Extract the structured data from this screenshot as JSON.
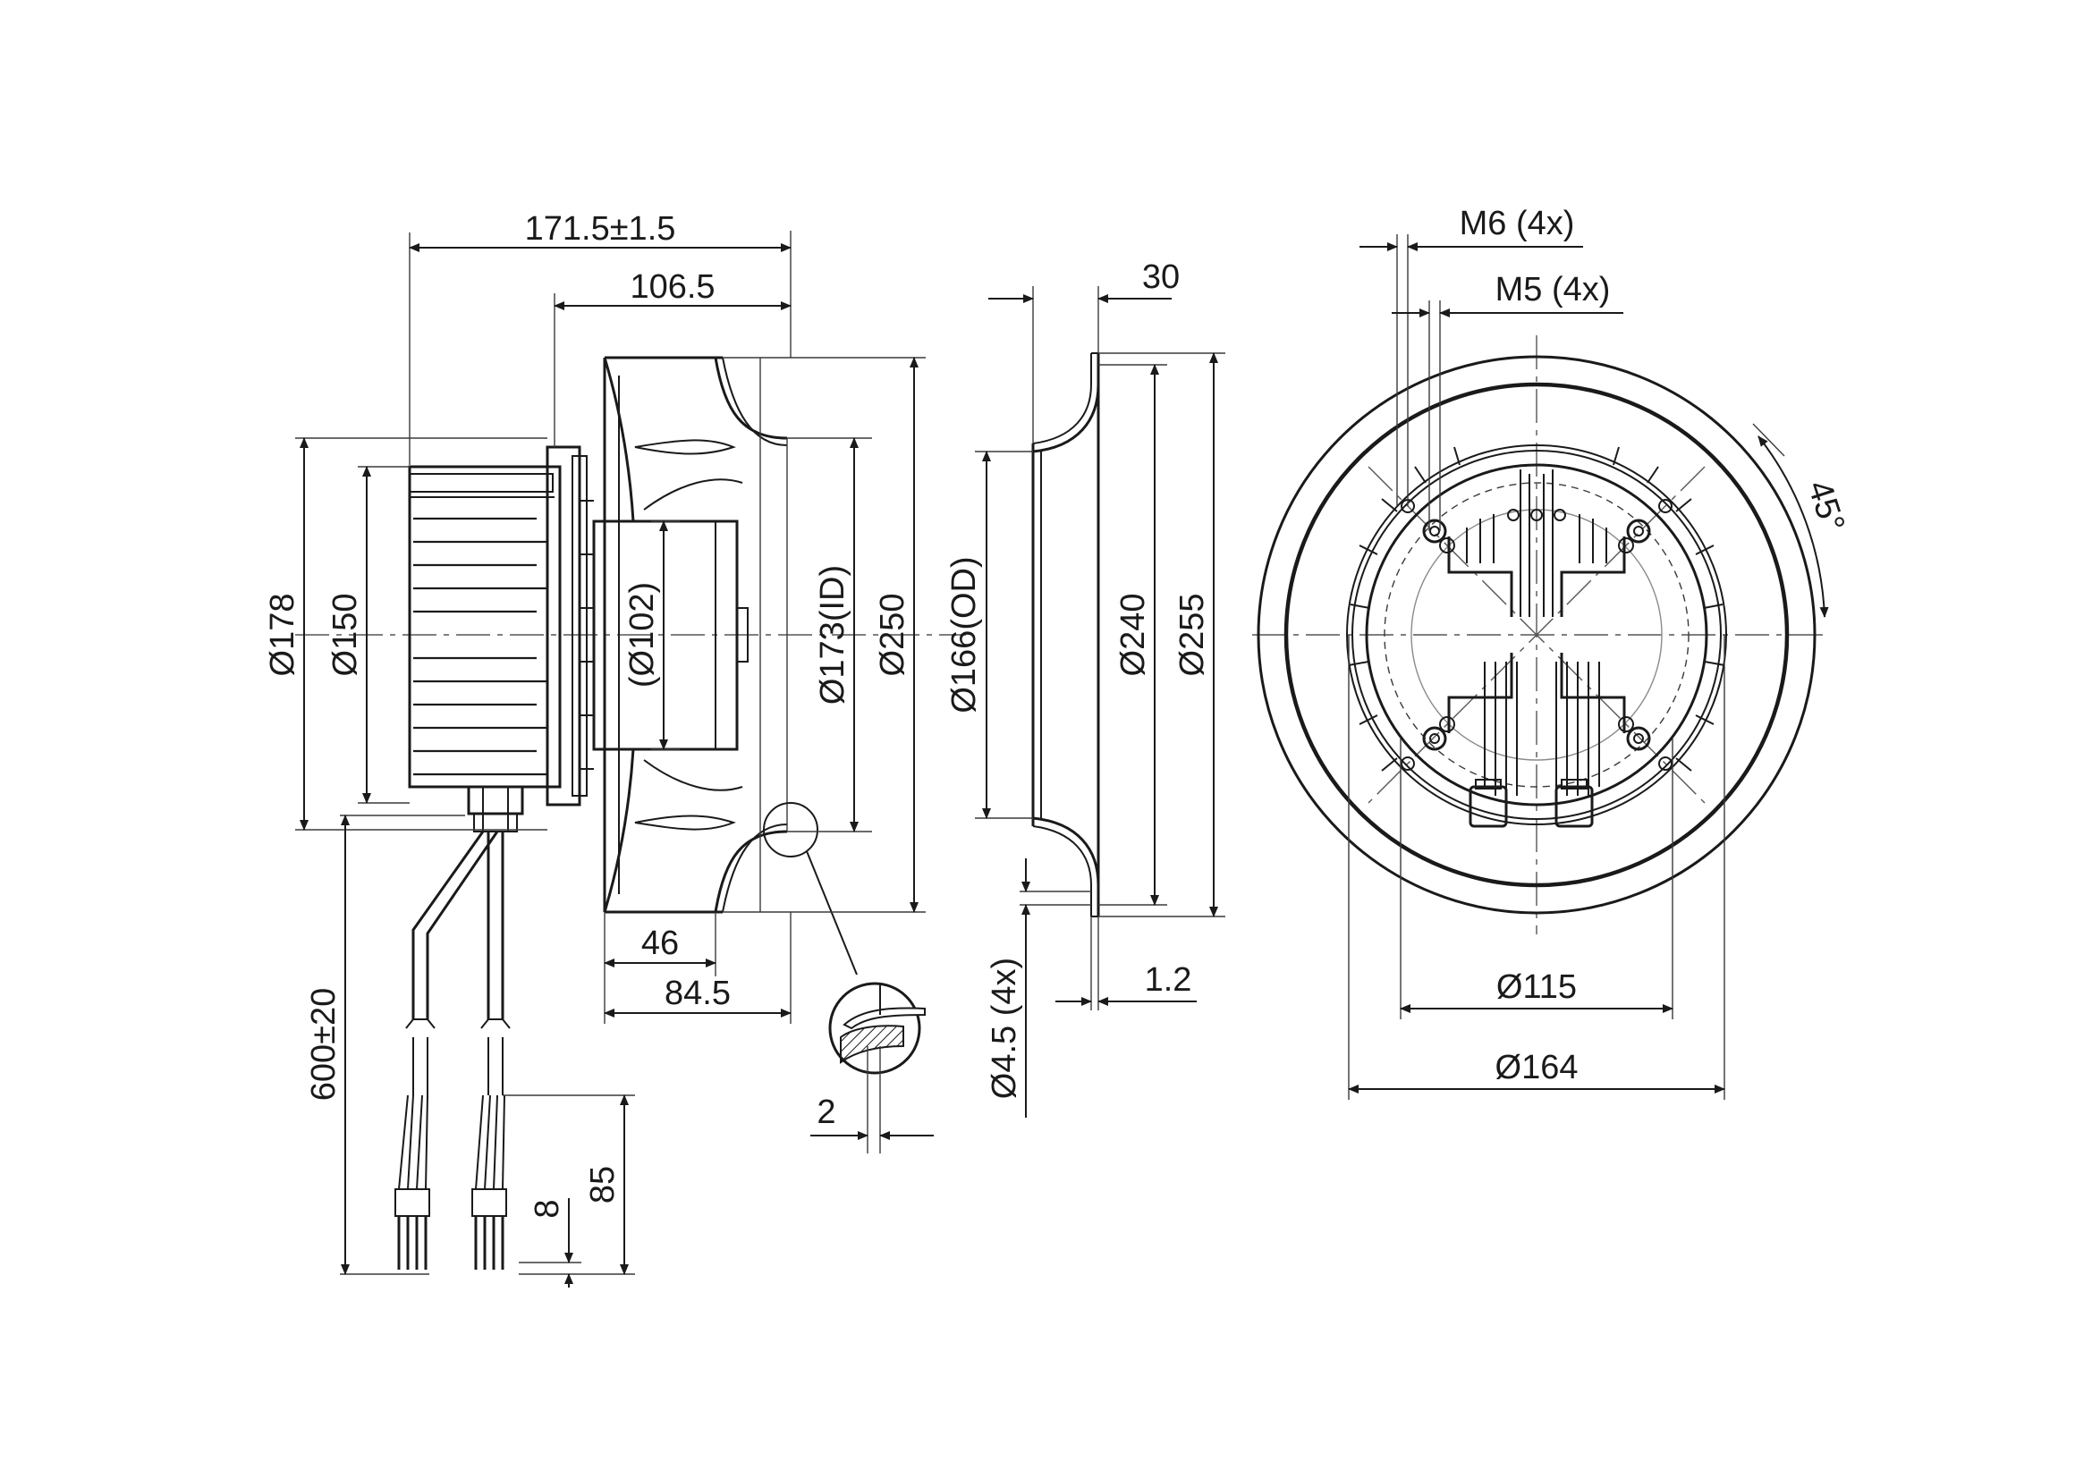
{
  "side_view": {
    "overall_length": "171.5±1.5",
    "rotor_length": "106.5",
    "motor_housing_diameter": "Ø178",
    "motor_fin_diameter": "Ø150",
    "hub_diameter": "(Ø102)",
    "inlet_inner_diameter": "Ø173(ID)",
    "impeller_outer_diameter": "Ø250",
    "blade_inlet_depth": "46",
    "impeller_depth": "84.5",
    "cable_length": "600±20",
    "wire_strip_length": "85",
    "wire_end_length": "8"
  },
  "detail_view": {
    "wall_thickness": "2"
  },
  "inlet_ring_view": {
    "ring_depth": "30",
    "ring_outer_diameter": "Ø166(OD)",
    "ring_flange_diameter": "Ø240",
    "ring_overall_diameter": "Ø255",
    "mounting_hole": "Ø4.5 (4x)",
    "flange_thickness": "1.2"
  },
  "front_view": {
    "thread_outer": "M6 (4x)",
    "thread_inner": "M5 (4x)",
    "angle": "45°",
    "bolt_circle_inner": "Ø115",
    "bolt_circle_outer": "Ø164"
  }
}
